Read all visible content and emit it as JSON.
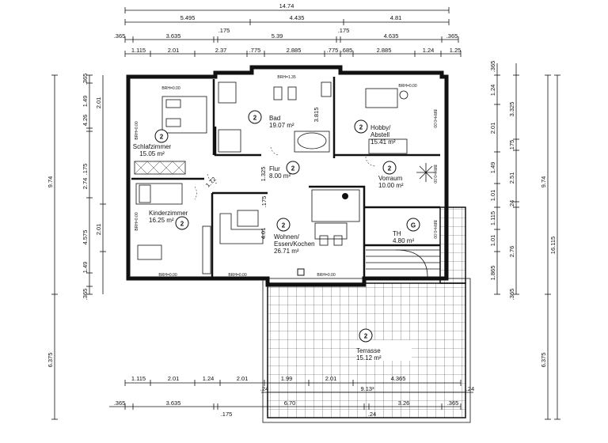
{
  "rooms": [
    {
      "num": "2",
      "name": "Schlafzimmer",
      "area": "15.05 m²"
    },
    {
      "num": "2",
      "name": "Bad",
      "area": "19.07 m²"
    },
    {
      "num": "2",
      "name": "Hobby/\nAbstell",
      "area": "15.41 m²"
    },
    {
      "num": "2",
      "name": "Flur",
      "area": "8.00 m²"
    },
    {
      "num": "2",
      "name": "Vorraum",
      "area": "10.00 m²"
    },
    {
      "num": "2",
      "name": "Kinderzimmer",
      "area": "16.25 m²"
    },
    {
      "num": "2",
      "name": "Wohnen/\nEssen/Kochen",
      "area": "26.71 m²"
    },
    {
      "num": "G",
      "name": "TH",
      "area": "4.80 m²"
    },
    {
      "num": "2",
      "name": "Terrasse",
      "area": "15.12 m²"
    }
  ],
  "dims_top_row1": [
    "14.74"
  ],
  "dims_top_row2": [
    "5.495",
    "4.435",
    "4.81"
  ],
  "dims_top_row3": [
    ".365",
    "3.635",
    ".175",
    "5.39",
    ".175",
    "4.635",
    ".365"
  ],
  "dims_top_row4": [
    "1.115",
    "2.01",
    "2.37",
    ".775",
    "2.885",
    ".775",
    ".685",
    "2.885",
    "1.24",
    "1.25"
  ],
  "dims_bottom_row1": [
    "1.115",
    "2.01",
    "1.24",
    "2.01",
    "1.99",
    "2.01",
    "4.365"
  ],
  "dims_bottom_row2": [
    ".24",
    "9.13³",
    ".24"
  ],
  "dims_bottom_row3": [
    ".365",
    "3.635",
    ".175",
    "6.70",
    ".24",
    "3.26",
    ".365"
  ],
  "dims_left_outer": [
    "9.74",
    "6.375"
  ],
  "dims_left_inner": [
    ".365",
    "1.49",
    "4.26",
    ".175",
    "2.74",
    "4.575",
    "1.49",
    ".365"
  ],
  "dims_left_mid": [
    "2.01",
    "2.01"
  ],
  "dims_right_inner": [
    ".365",
    "1.24",
    "2.01",
    "3.325",
    ".175",
    "1.49",
    "1.01",
    "2.51",
    "1.115",
    ".24",
    "1.01",
    "2.76",
    "1.865",
    ".365"
  ],
  "dims_right_outer": [
    "9.74",
    "16.115",
    "6.375"
  ],
  "interior_dims": [
    "3.815",
    "1.325",
    "4.01",
    "1.72",
    ".175"
  ],
  "brh_labels": [
    "BRH=0.00",
    "BRH=1.35",
    "BRH=0.00",
    "BRH=0.00",
    "BRH=0.00",
    "BRH=0.00"
  ],
  "brh_vertical": [
    "BRH=0.00",
    "BRH=0.00",
    "BRH=0.00",
    "BRH=0.00",
    "BRH=0.00"
  ]
}
